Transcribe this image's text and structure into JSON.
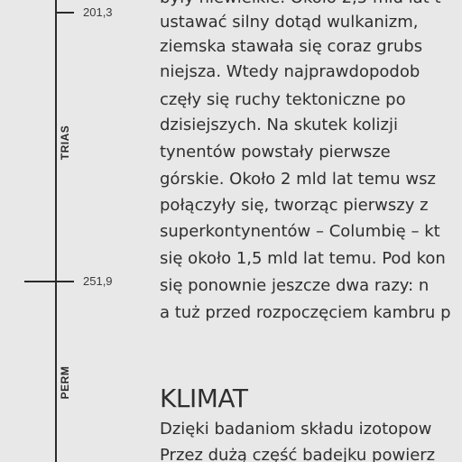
{
  "timeline": {
    "ticks": [
      {
        "label": "201,3"
      },
      {
        "label": "251,9"
      }
    ],
    "periods": [
      {
        "label": "TRIAS"
      },
      {
        "label": "PERM"
      }
    ]
  },
  "article": {
    "lines": [
      "były niewielkie. Około 2,5 mld lat t",
      "ustawać silny dotąd wulkanizm,",
      "ziemska stawała się coraz grubs",
      "niejsza. Wtedy najprawdopodob",
      "częły się ruchy tektoniczne po",
      "dzisiejszych. Na skutek kolizji",
      "tynentów powstały pierwsze",
      "górskie. Około 2 mld lat temu wsz",
      "połączyły się, tworząc pierwszy z",
      "superkontynentów – Columbię – kt",
      "się około 1,5 mld lat temu. Pod kon",
      "się ponownie jeszcze dwa razy: n",
      "a tuż przed rozpoczęciem kambru p"
    ],
    "section_heading": "KLIMAT",
    "section_lines": [
      "Dzięki badaniom składu izotopow",
      "Przez dużą część badejku powierz"
    ]
  }
}
